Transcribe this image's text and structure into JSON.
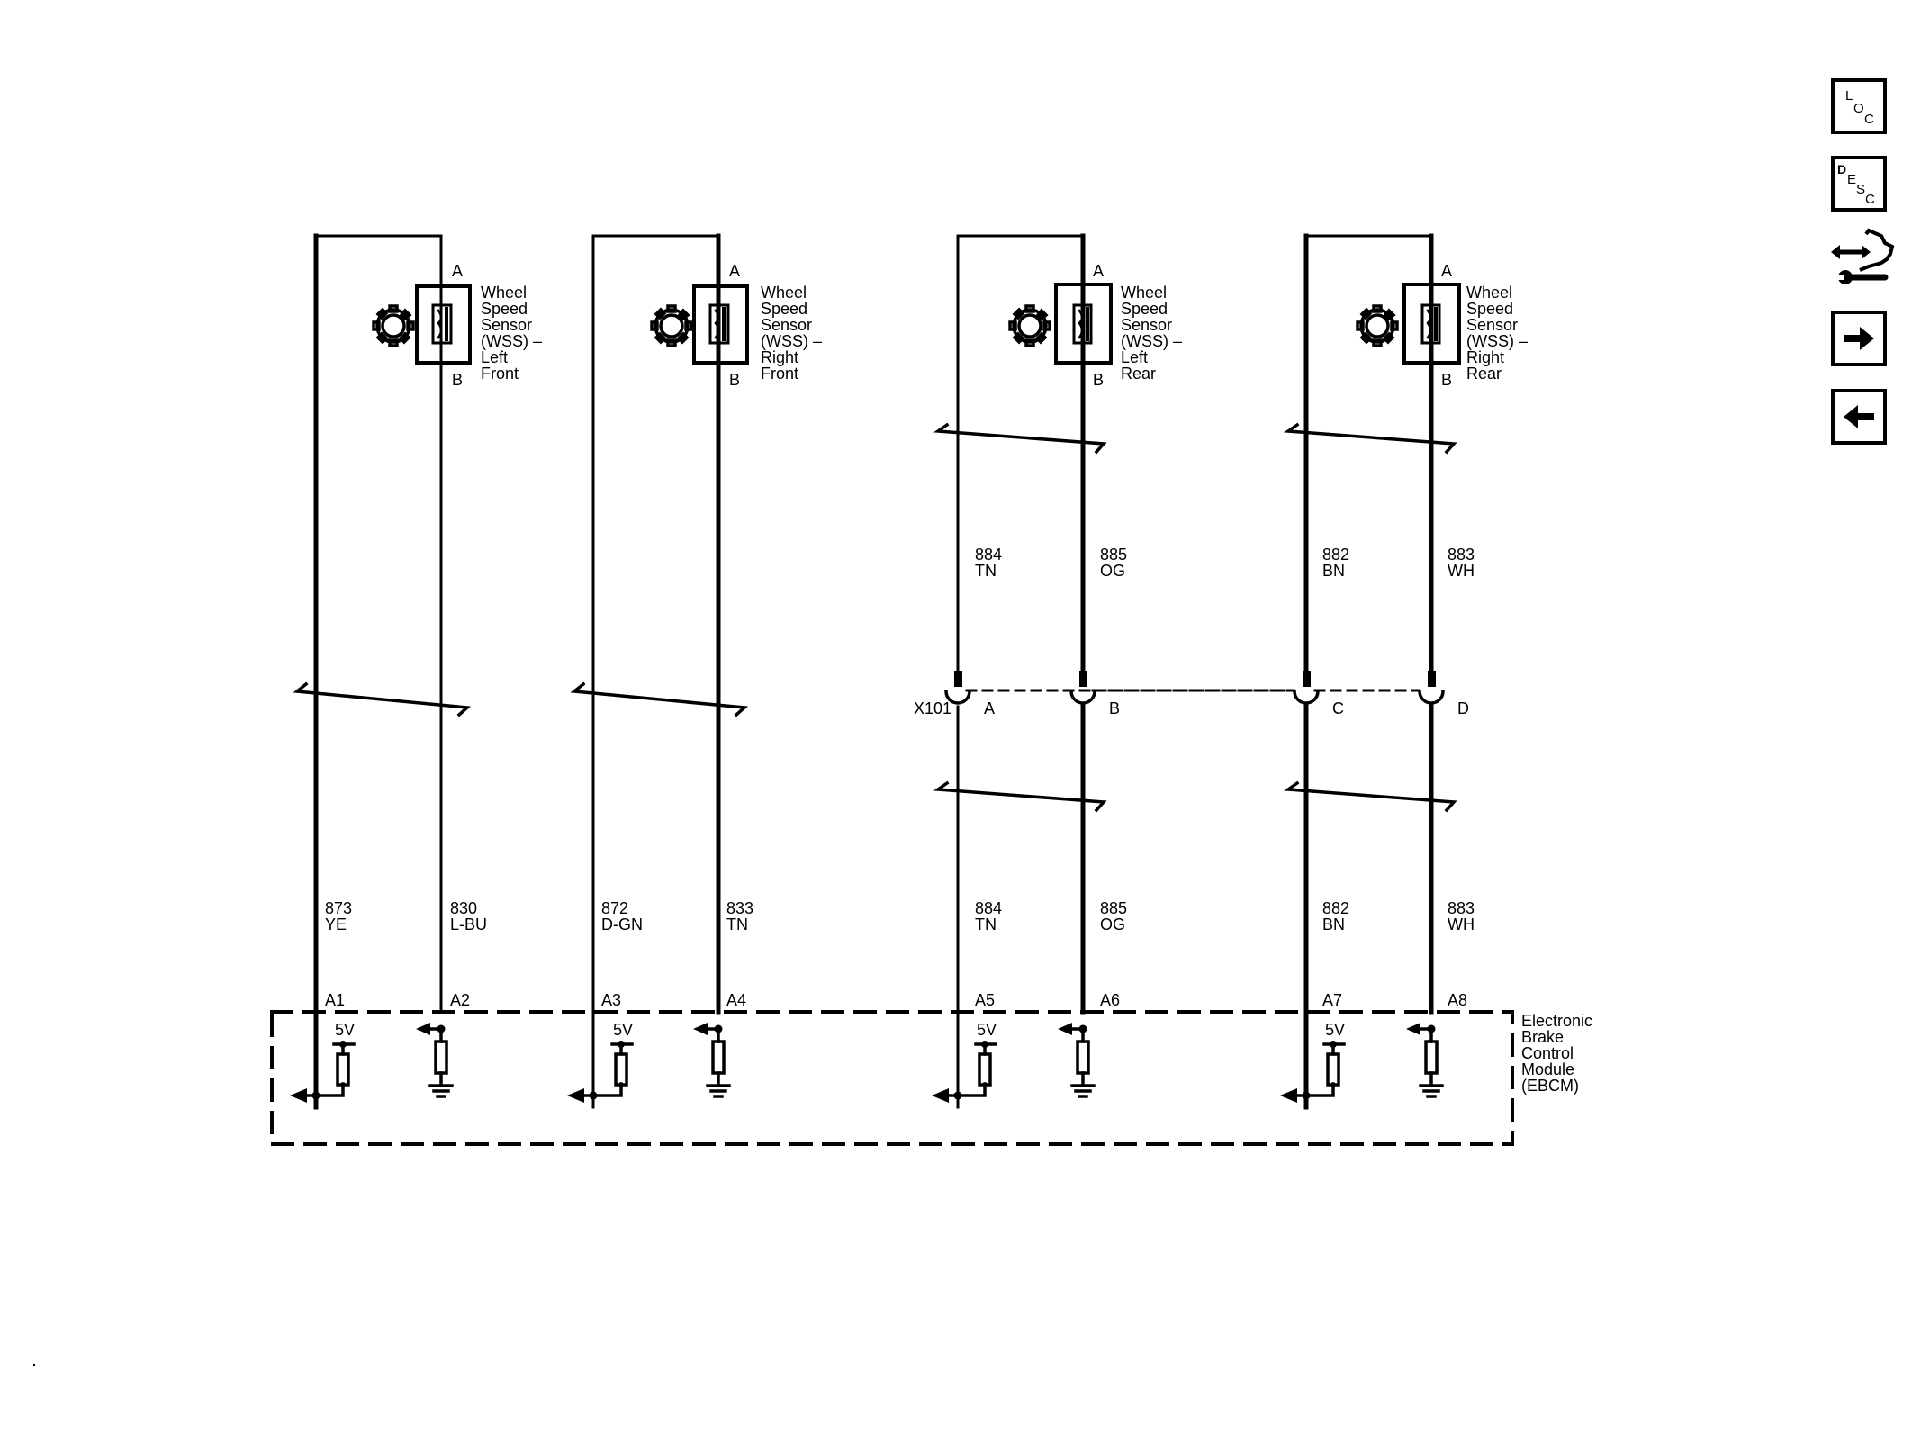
{
  "toolbar": {
    "buttons": [
      {
        "name": "loc-button",
        "icon": "loc-icon",
        "letters": [
          "L",
          "O",
          "C"
        ]
      },
      {
        "name": "desc-button",
        "icon": "desc-icon",
        "letters": [
          "D",
          "E",
          "S",
          "C"
        ]
      },
      {
        "name": "service-tool-button",
        "icon": "arrows-wrench-icon"
      },
      {
        "name": "next-page-button",
        "icon": "arrow-right-icon"
      },
      {
        "name": "previous-page-button",
        "icon": "arrow-left-icon"
      }
    ]
  },
  "sensors": [
    {
      "id": "lf",
      "name_lines": [
        "Wheel",
        "Speed",
        "Sensor",
        "(WSS) –",
        "Left",
        "Front"
      ],
      "pin_top": "A",
      "pin_bottom": "B",
      "icon": "gear-icon"
    },
    {
      "id": "rf",
      "name_lines": [
        "Wheel",
        "Speed",
        "Sensor",
        "(WSS) –",
        "Right",
        "Front"
      ],
      "pin_top": "A",
      "pin_bottom": "B",
      "icon": "gear-icon"
    },
    {
      "id": "lr",
      "name_lines": [
        "Wheel",
        "Speed",
        "Sensor",
        "(WSS) –",
        "Left",
        "Rear"
      ],
      "pin_top": "A",
      "pin_bottom": "B",
      "icon": "gear-icon"
    },
    {
      "id": "rr",
      "name_lines": [
        "Wheel",
        "Speed",
        "Sensor",
        "(WSS) –",
        "Right",
        "Rear"
      ],
      "pin_top": "A",
      "pin_bottom": "B",
      "icon": "gear-icon"
    }
  ],
  "wires_front": [
    {
      "circuit": "873",
      "color": "YE",
      "ebcm_pin": "A1"
    },
    {
      "circuit": "830",
      "color": "L-BU",
      "ebcm_pin": "A2"
    },
    {
      "circuit": "872",
      "color": "D-GN",
      "ebcm_pin": "A3"
    },
    {
      "circuit": "833",
      "color": "TN",
      "ebcm_pin": "A4"
    }
  ],
  "wires_rear_upper": [
    {
      "circuit": "884",
      "color": "TN"
    },
    {
      "circuit": "885",
      "color": "OG"
    },
    {
      "circuit": "882",
      "color": "BN"
    },
    {
      "circuit": "883",
      "color": "WH"
    }
  ],
  "wires_rear_lower": [
    {
      "circuit": "884",
      "color": "TN",
      "ebcm_pin": "A5"
    },
    {
      "circuit": "885",
      "color": "OG",
      "ebcm_pin": "A6"
    },
    {
      "circuit": "882",
      "color": "BN",
      "ebcm_pin": "A7"
    },
    {
      "circuit": "883",
      "color": "WH",
      "ebcm_pin": "A8"
    }
  ],
  "connector": {
    "name": "X101",
    "pins": [
      "A",
      "B",
      "C",
      "D"
    ]
  },
  "module": {
    "name_lines": [
      "Electronic",
      "Brake",
      "Control",
      "Module",
      "(EBCM)"
    ],
    "supply_label": "5V"
  }
}
